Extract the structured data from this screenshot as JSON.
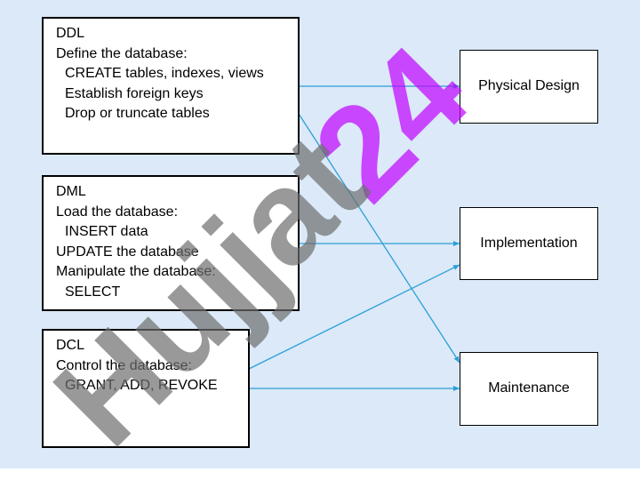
{
  "ddl": {
    "heading": "DDL",
    "subheading": "Define the database:",
    "items": [
      "CREATE tables, indexes, views",
      "Establish foreign keys",
      "Drop or truncate tables"
    ]
  },
  "dml": {
    "heading": "DML",
    "lines": [
      "Load the database:",
      "INSERT data",
      "UPDATE the database",
      "Manipulate the database:",
      "SELECT"
    ]
  },
  "dcl": {
    "heading": "DCL",
    "subheading": "Control the database:",
    "items": [
      "GRANT, ADD, REVOKE"
    ]
  },
  "targets": {
    "physical": "Physical Design",
    "implementation": "Implementation",
    "maintenance": "Maintenance"
  },
  "watermark": {
    "text_purple": "24",
    "text_gray": "Hujjat"
  },
  "colors": {
    "background": "#dbe9f8",
    "arrow": "#2b9fd8",
    "watermark_purple": "#c000ff",
    "watermark_gray": "#6e6e6e"
  }
}
